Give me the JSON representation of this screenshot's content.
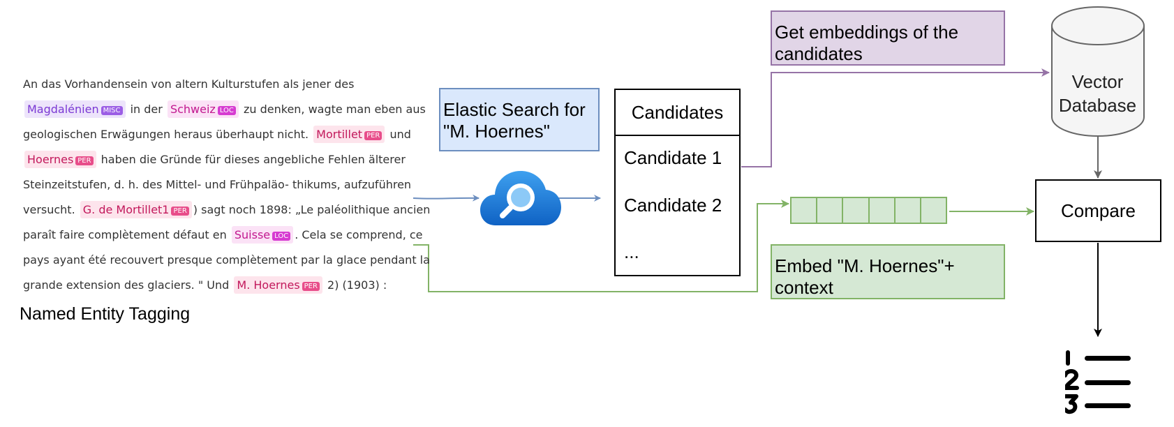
{
  "diagram": {
    "ner_title": "Named Entity Tagging",
    "ner_text": {
      "line1": "An das Vorhandensein von altern Kulturstufen als jener des",
      "line2": {
        "e1_text": "Magdalénien",
        "e1_tag": "MISC",
        "t1": " in der ",
        "e2_text": "Schweiz",
        "e2_tag": "LOC",
        "t2": " zu denken, wagte man eben aus"
      },
      "line3": {
        "t1": "geologischen Erwägungen heraus überhaupt nicht. ",
        "e1_text": "Mortillet",
        "e1_tag": "PER",
        "t2": " und"
      },
      "line4": {
        "e1_text": "Hoernes",
        "e1_tag": "PER",
        "t1": " haben die Gründe für dieses angebliche Fehlen älterer"
      },
      "line5": "Steinzeitstufen, d. h. des Mittel- und Frühpaläo- thikums, aufzuführen",
      "line6": {
        "t1": "versucht. ",
        "e1_text": "G. de Mortillet1",
        "e1_tag": "PER",
        "t2": ") sagt noch 1898: „Le paléolithique ancien"
      },
      "line7": {
        "t1": "paraît faire complètement défaut en ",
        "e1_text": "Suisse",
        "e1_tag": "LOC",
        "t2": ". Cela se comprend, ce"
      },
      "line8": "pays ayant été recouvert presque complètement par la glace pendant la",
      "line9": {
        "t1": "grande extension des glaciers. \" Und ",
        "e1_text": "M. Hoernes",
        "e1_tag": "PER",
        "t2": " 2) (1903) :"
      }
    },
    "search_label": "Elastic Search for \"M. Hoernes\"",
    "candidates": {
      "header": "Candidates",
      "items": [
        "Candidate 1",
        "Candidate 2",
        "..."
      ]
    },
    "embed_candidates_label": "Get embeddings of the candidates",
    "embed_mention_label": "Embed \"M. Hoernes\"+ context",
    "database_label": "Vector Database",
    "compare_label": "Compare",
    "icons": [
      "cloud-search-icon",
      "ranked-list-icon"
    ],
    "colors": {
      "search_fill": "#dae8fc",
      "search_stroke": "#6c8ebf",
      "purple_fill": "#e1d5e7",
      "purple_stroke": "#9673a6",
      "green_fill": "#d5e8d4",
      "green_stroke": "#82b366",
      "db_fill": "#f5f5f5",
      "db_stroke": "#666666"
    }
  }
}
